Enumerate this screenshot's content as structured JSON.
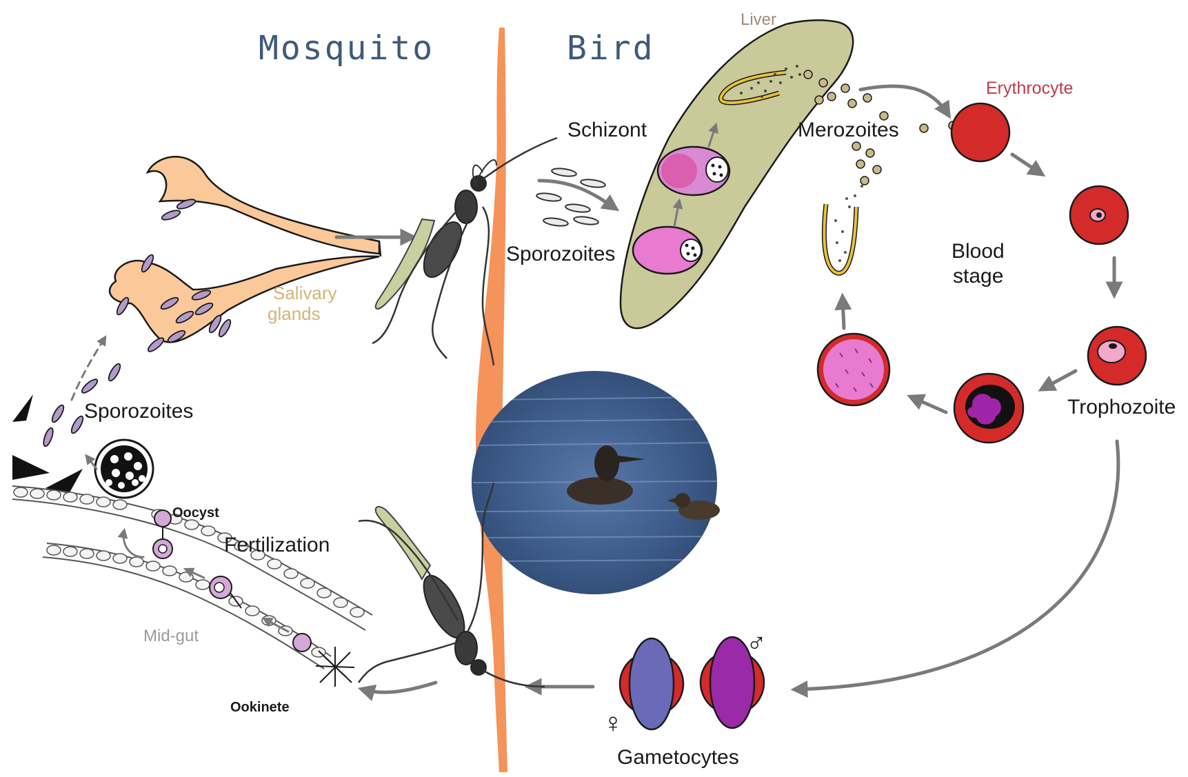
{
  "headers": {
    "mosquito": "Mosquito",
    "bird": "Bird"
  },
  "labels": {
    "liver": "Liver",
    "schizont": "Schizont",
    "merozoites": "Merozoites",
    "erythrocyte": "Erythrocyte",
    "sporozoites_bird": "Sporozoites",
    "blood_stage_line1": "Blood",
    "blood_stage_line2": "stage",
    "trophozoite": "Trophozoite",
    "gametocytes": "Gametocytes",
    "female_symbol": "♀",
    "male_symbol": "♂",
    "salivary_line1": "Salivary",
    "salivary_line2": "glands",
    "sporozoites_mosquito": "Sporozoites",
    "oocyst": "Oocyst",
    "fertilization": "Fertilization",
    "midgut": "Mid-gut",
    "ookinete": "Ookinete"
  },
  "colors": {
    "host_divider": "#f4935a",
    "header_text": "#3d5a7a",
    "liver_fill": "#c9c99a",
    "erythrocyte_red": "#d42a2a",
    "parasite_pink": "#e87ad0",
    "gametocyte_female": "#6a6ab8",
    "gametocyte_male": "#9a2aa8",
    "salivary_fill": "#fbc89a",
    "sporozoite_purple": "#b49ac8",
    "arrow_gray": "#7a7a7a",
    "label_gray": "#9a9a9a",
    "label_liver": "#a08a7a",
    "label_erythrocyte": "#c03a4a",
    "label_salivary": "#d4b478"
  }
}
